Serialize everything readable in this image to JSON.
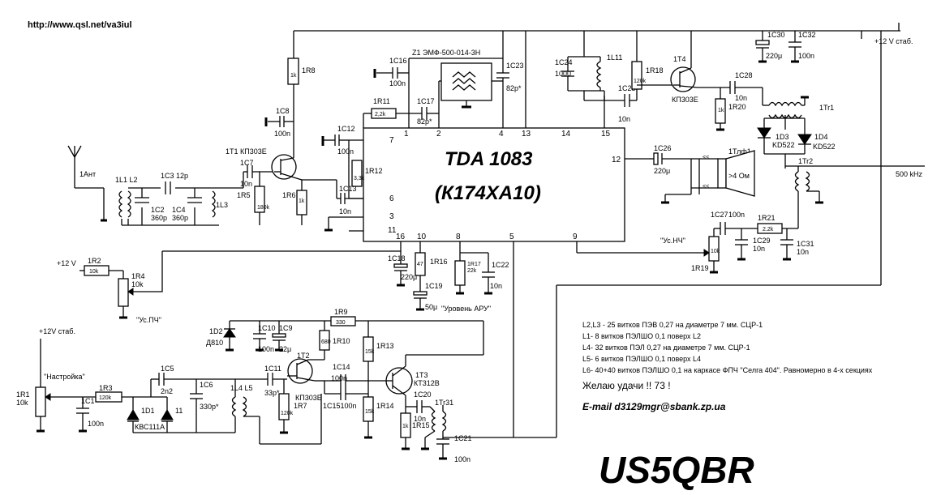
{
  "url": "http://www.qsl.net/va3iul",
  "chip": {
    "name": "TDA 1083",
    "alt": "(К174ХА10)",
    "pins": [
      "1",
      "2",
      "4",
      "13",
      "14",
      "15",
      "7",
      "6",
      "3",
      "11",
      "16",
      "10",
      "8",
      "5",
      "9",
      "12"
    ]
  },
  "callsign": "US5QBR",
  "wish": "Желаю удачи !! 73 !",
  "email": "E-mail  d3129mgr@sbank.zp.ua",
  "notes": [
    "L2,L3 - 25 витков ПЭВ 0,27 на диаметре 7 мм. СЦР-1",
    "L1- 8 витков ПЭЛШО 0,1 поверх L2",
    "L4- 32 витков ПЭЛ 0,27 на диаметре 7 мм. СЦР-1",
    "L5- 6 витков ПЭЛШО 0,1 поверх L4",
    "L6- 40+40 витков ПЭЛШО 0,1 на каркасе ФПЧ \"Селга 404\". Равномерно в 4-х секциях"
  ],
  "power": {
    "supply_right": "+12 V стаб.",
    "supply_left": "+12 V",
    "supply_tune": "+12V стаб."
  },
  "labels": {
    "ant": "1Ант",
    "z1": "Z1   ЭМФ-500-014-3Н",
    "out": "500 kHz",
    "usnch": "\"Ус.НЧ\"",
    "uspch": "\"Ус.ПЧ\"",
    "aru": "\"Уровень АРУ\"",
    "tune": "\"Настройка\"",
    "phone": ">4 Ом",
    "tlf": "1Тлф1"
  },
  "parts": {
    "r8": "1R8",
    "r8v": "1k",
    "c8": "1C8",
    "c8v": "100n",
    "t1": "1T1   КП303Е",
    "c7": "1C7",
    "c7v": "10n",
    "r5": "1R5",
    "r5v": "180k",
    "r6": "1R6",
    "r6v": "1k",
    "l1l2": "1L1 L2",
    "c3": "1C3 12p",
    "c2": "1C2",
    "c2v": "360p",
    "c4": "1C4",
    "c4v": "360p",
    "l3": "1L3",
    "r11": "1R11",
    "r11v": "2,2k",
    "c16": "1C16",
    "c16v": "100n",
    "c17": "1C17",
    "c17v": "82p*",
    "c23": "1C23",
    "c23v": "82p*",
    "c12": "1C12",
    "c12v": "100n",
    "r12": "1R12",
    "r12v": "3,3k",
    "c13": "1C13",
    "c13v": "10n",
    "c24": "1C24",
    "c24v": "1000",
    "l11": "1L11",
    "r18": "1R18",
    "r18v": "120k",
    "t4": "1T4",
    "t4v": "КП303Е",
    "c25": "1C25",
    "c25v": "10n",
    "r20": "1R20",
    "r20v": "1k",
    "c30": "1C30",
    "c30v": "220μ",
    "c32": "1C32",
    "c32v": "100n",
    "c28": "1C28",
    "c28v": "10n",
    "tr1": "1Tr1",
    "d3": "1D3",
    "d3v": "KD522",
    "d4": "1D4",
    "d4v": "KD522",
    "tr2": "1Tr2",
    "c26": "1C26",
    "c26v": "220μ",
    "c27": "1C27",
    "c27v": "100n",
    "r21": "1R21",
    "r21v": "2.2k",
    "c29": "1C29",
    "c29v": "10n",
    "c31": "1C31",
    "c31v": "10n",
    "r19": "1R19",
    "r19v": "10k",
    "r2": "1R2",
    "r2v": "10k",
    "r4": "1R4",
    "r4v": "10k",
    "c18": "1C18",
    "c18v": "220μ",
    "r16": "1R16",
    "r16v": "47",
    "c19": "1C19",
    "c19v": "50μ",
    "r17": "1R17",
    "r17v": "22k",
    "c22": "1C22",
    "c22v": "10n",
    "d2": "1D2",
    "d2v": "Д810",
    "c10": "1C10",
    "c10v": "100n",
    "c9": "1C9",
    "c9v": "22μ",
    "r9": "1R9",
    "r9v": "330",
    "r10": "1R10",
    "r10v": "680",
    "r13": "1R13",
    "r13v": "15k",
    "c14": "1C14",
    "c14v": "100n",
    "t2": "1T2",
    "t2v": "КП303Е",
    "t3": "1T3",
    "t3v": "КТ312В",
    "c15": "1C15100n",
    "r14": "1R14",
    "r14v": "15k",
    "c20": "1C20",
    "c20v": "10n",
    "tr3": "1Tr31",
    "r15": "1R15",
    "r15v": "1k",
    "c21": "1C21",
    "c21v": "100n",
    "c5": "1C5",
    "c5v": "2n2",
    "c6": "1C6",
    "c6v": "330p*",
    "l4l5": "1L4 L5",
    "c11": "1C11",
    "c11v": "33p*",
    "r7": "1R7",
    "r7v": "120k",
    "r3": "1R3",
    "r3v": "120k",
    "c1": "1C1",
    "c1v": "100n",
    "d1": "1D1",
    "d1v": "КВС111А",
    "d1b": "11",
    "r1": "1R1",
    "r1v": "10k"
  }
}
